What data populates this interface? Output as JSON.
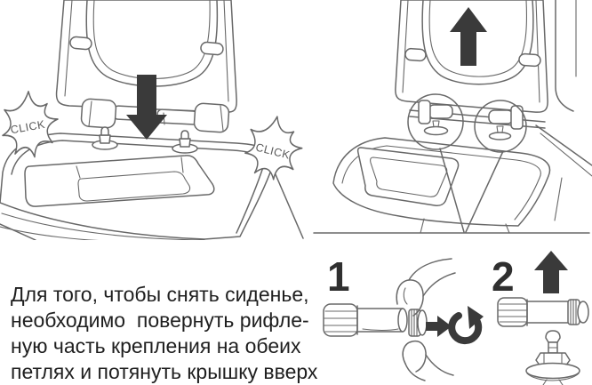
{
  "colors": {
    "background": "#ffffff",
    "line": "#686868",
    "arrow": "#3a3a3a",
    "text": "#1f1f1f",
    "step_label": "#2f2f2f",
    "click_text": "#5a5a5a"
  },
  "attach_panel": {
    "click_left": "CLICK",
    "click_right": "CLICK"
  },
  "steps": {
    "one": "1",
    "two": "2"
  },
  "instruction": {
    "lines": [
      "Для того, чтобы снять сиденье,",
      "необходимо  повернуть рифле-",
      "ную часть крепления на обеих",
      "петлях и потянуть крышку вверх"
    ]
  }
}
